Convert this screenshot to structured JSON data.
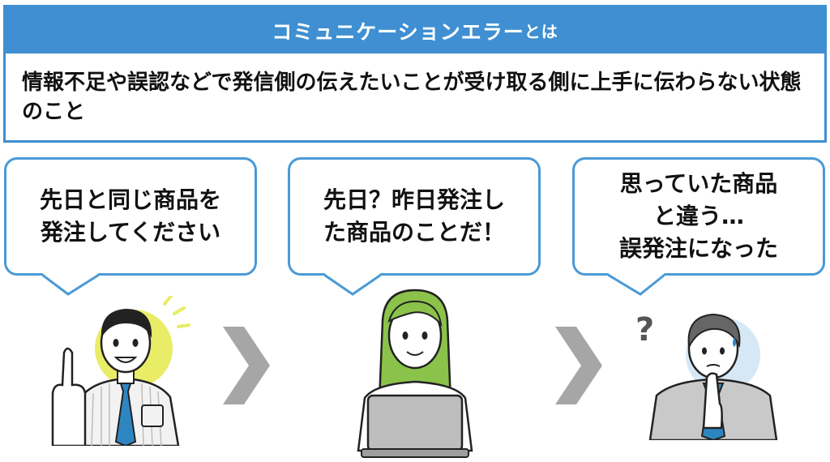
{
  "definition": {
    "title_main": "コミュニケーションエラー",
    "title_suffix": "とは",
    "text": "情報不足や誤認などで発信側の伝えたいことが受け取る側に上手に伝わらない状態のこと"
  },
  "bubbles": [
    {
      "lines": [
        "先日と同じ商品を",
        "発注してください"
      ]
    },
    {
      "lines": [
        "先日？昨日発注し",
        "た商品のことだ！"
      ]
    },
    {
      "lines": [
        "思っていた商品",
        "と違う…",
        "誤発注になった"
      ]
    }
  ],
  "icons": [
    "pointing-man-icon",
    "woman-laptop-icon",
    "confused-man-icon",
    "chevron-right-icon",
    "question-mark-icon"
  ],
  "colors": {
    "accent": "#3f8fd2",
    "bubble_border": "#4a9ad6",
    "arrow": "#a6a6a6",
    "highlight": "#e9ec66",
    "hair_green": "#8bc34a",
    "tie": "#2e86c1"
  }
}
